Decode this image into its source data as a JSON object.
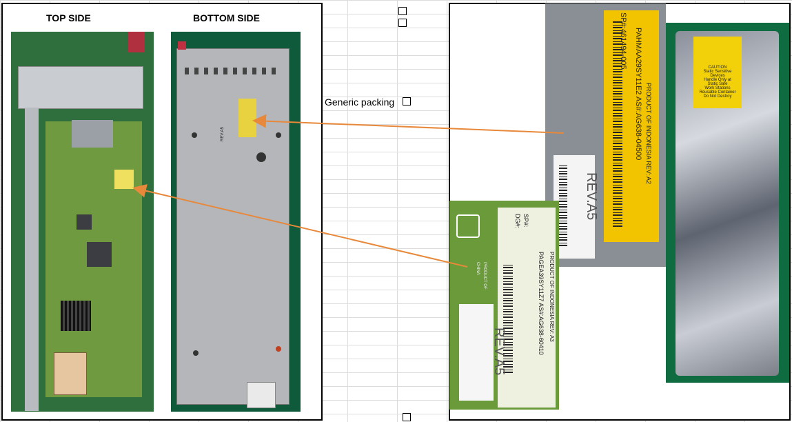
{
  "headings": {
    "top_side": "TOP SIDE",
    "bottom_side": "BOTTOM SIDE"
  },
  "packing": {
    "label": "Generic packing"
  },
  "labels": {
    "bottom_sticker_text": "REV.A5",
    "yellow_label_line1": "SP#:461494-005",
    "yellow_label_line2": "PAHMAA29SY11E2  AS#:AG638-04500",
    "yellow_label_line3": "PRODUCT OF INDONESIA    REV:  A2",
    "white_label_rev": "REV.A5",
    "hp_label_line1": "SP#:",
    "hp_label_line2": "DG#:",
    "hp_label_line3": "PAGEA39SY11Z7  AS#:AG638-60410",
    "hp_label_line4": "PRODUCT OF INDONESIA    REV:  A3",
    "hp_product_of": "PRODUCT OF",
    "hp_china": "CHINA",
    "hp_rev": "REV.A5"
  },
  "caution": {
    "title": "CAUTION",
    "line1": "Static Sensitive",
    "line2": "Devices",
    "line3": "Handle Only at",
    "line4": "Static Safe",
    "line5": "Work Stations",
    "line6": "Reusable Container",
    "line7": "Do Not Destroy"
  },
  "colors": {
    "arrow": "#e8883a",
    "label_yellow": "#f2c400",
    "board_green": "#2f6f3e"
  }
}
